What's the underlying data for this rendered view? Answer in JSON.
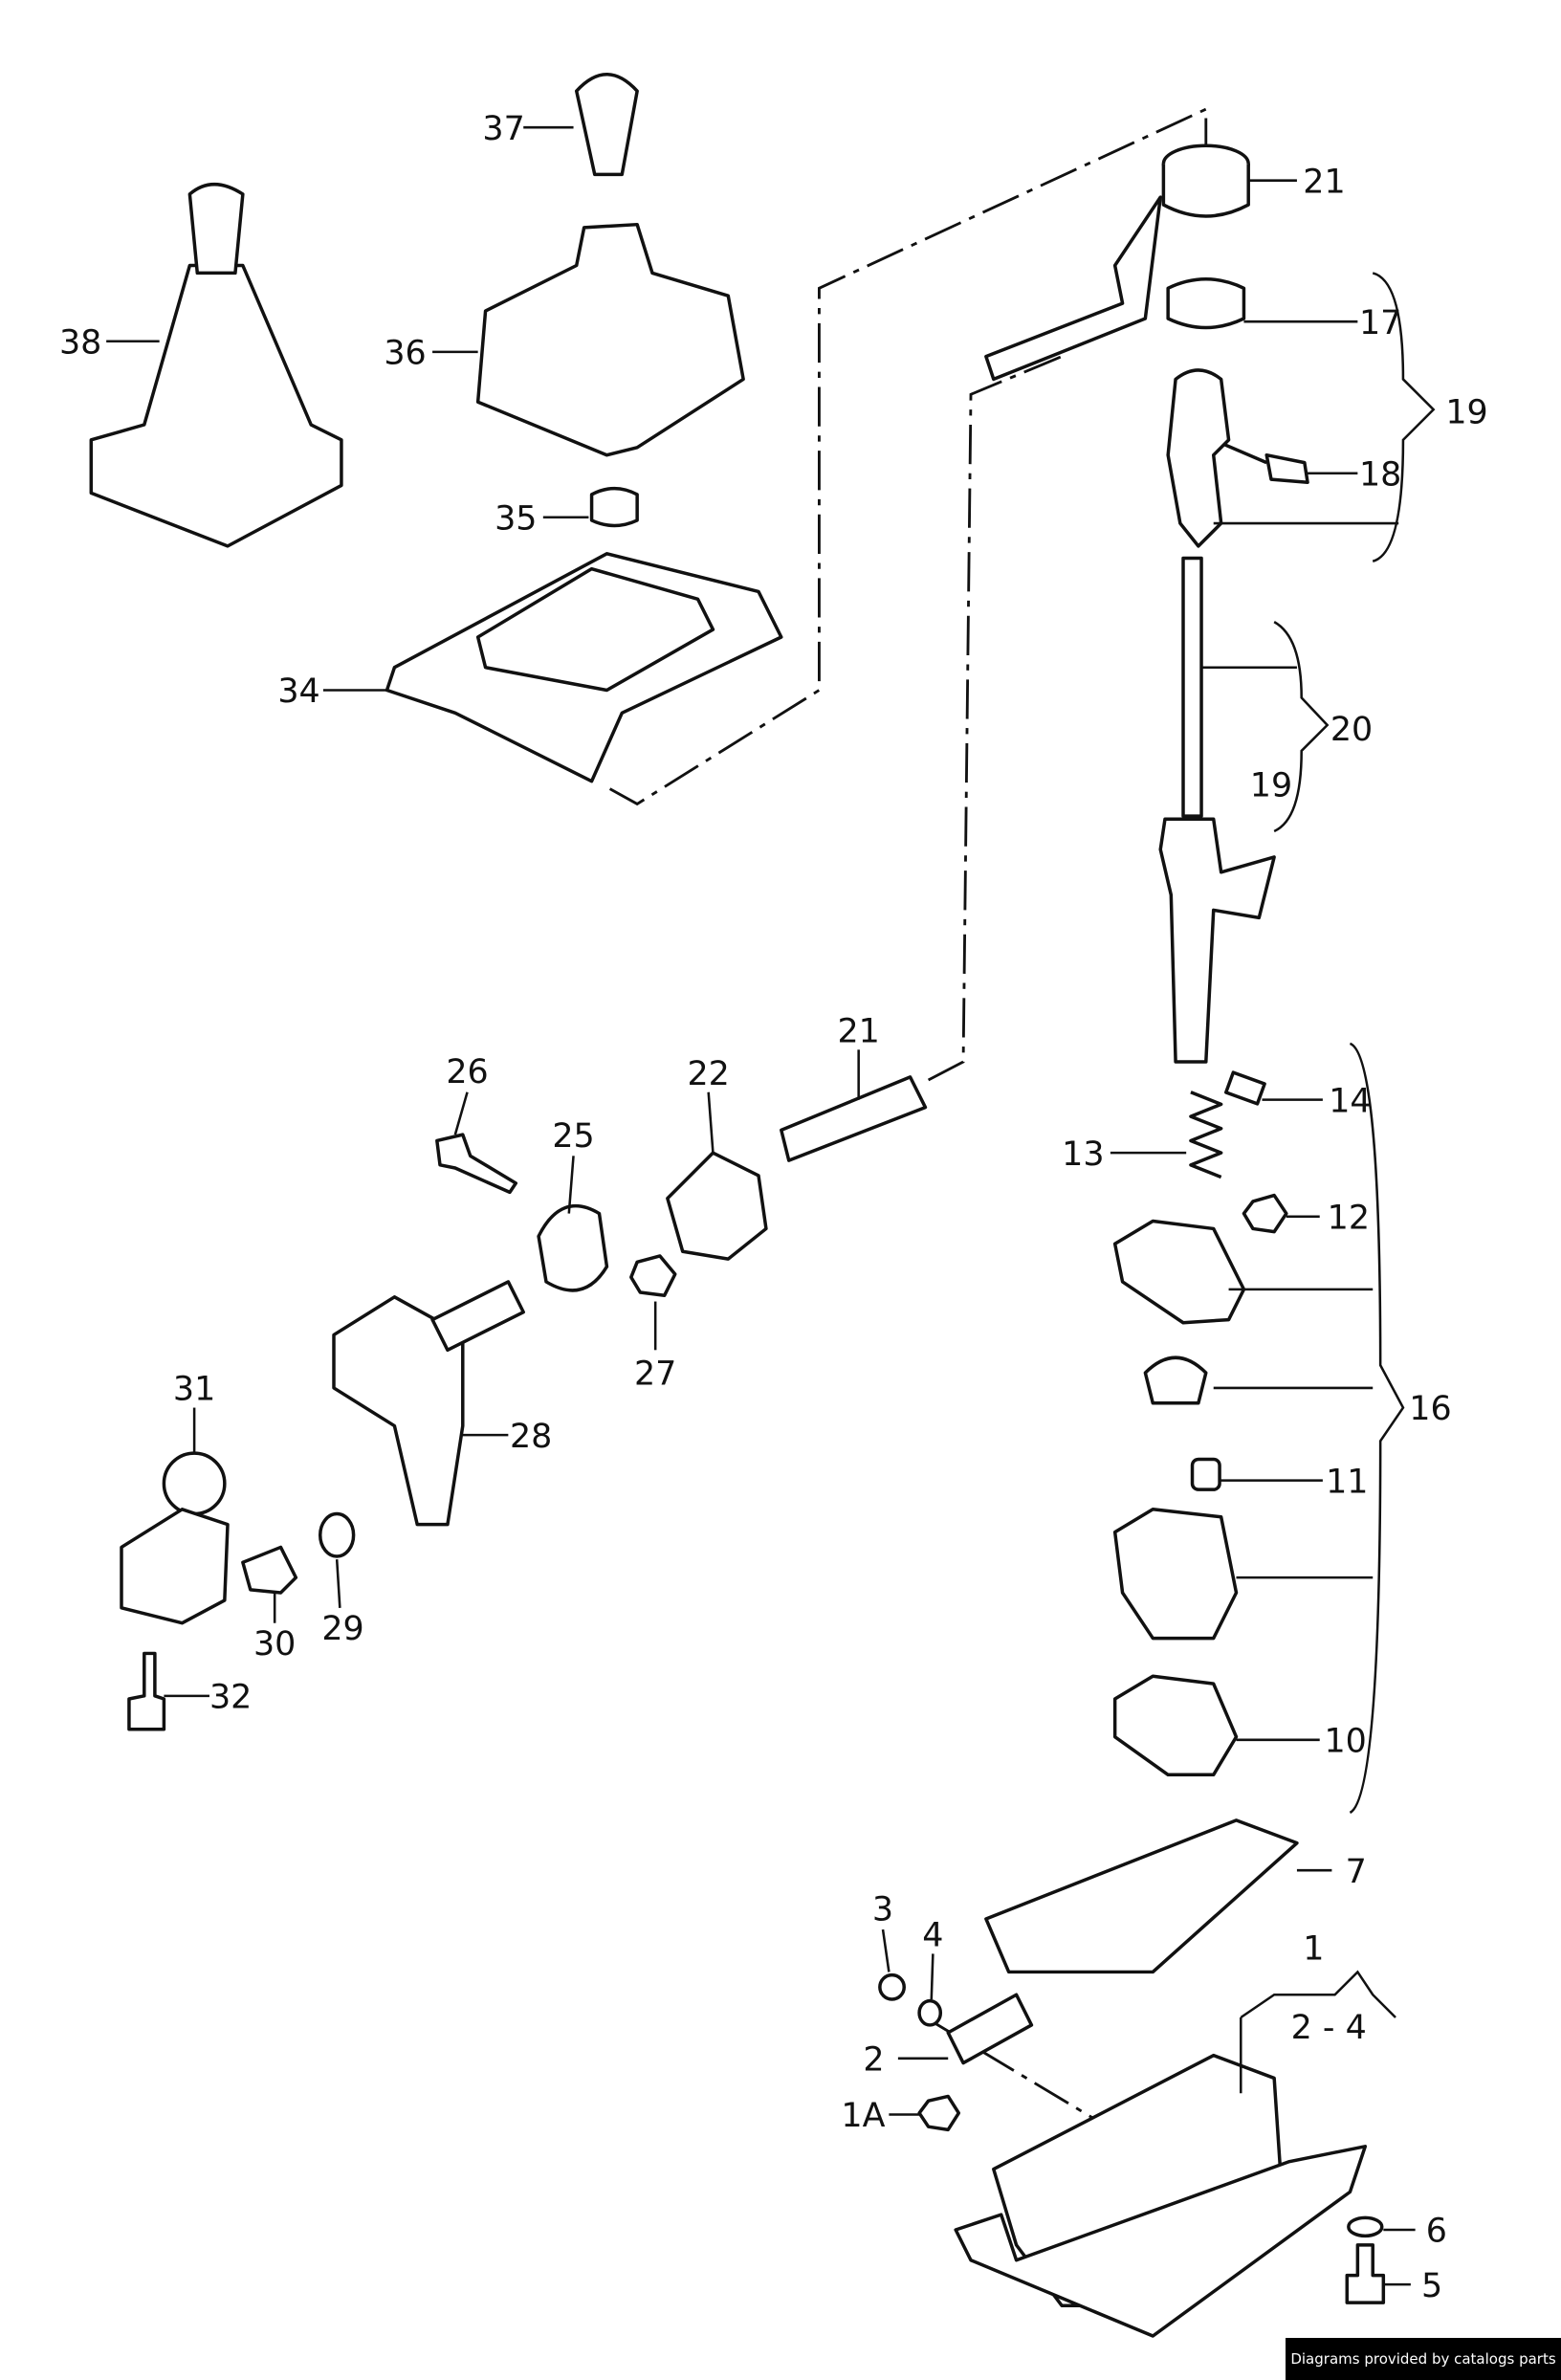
{
  "diagram": {
    "labels": [
      "37",
      "38",
      "36",
      "35",
      "34",
      "21",
      "17",
      "19",
      "18",
      "20",
      "19",
      "14",
      "13",
      "12",
      "16",
      "11",
      "10",
      "7",
      "26",
      "25",
      "22",
      "21",
      "27",
      "28",
      "31",
      "30",
      "29",
      "32",
      "3",
      "4",
      "1",
      "2 - 4",
      "2",
      "1A",
      "6",
      "5"
    ]
  },
  "footer": {
    "text": "Diagrams provided by catalogs parts"
  }
}
